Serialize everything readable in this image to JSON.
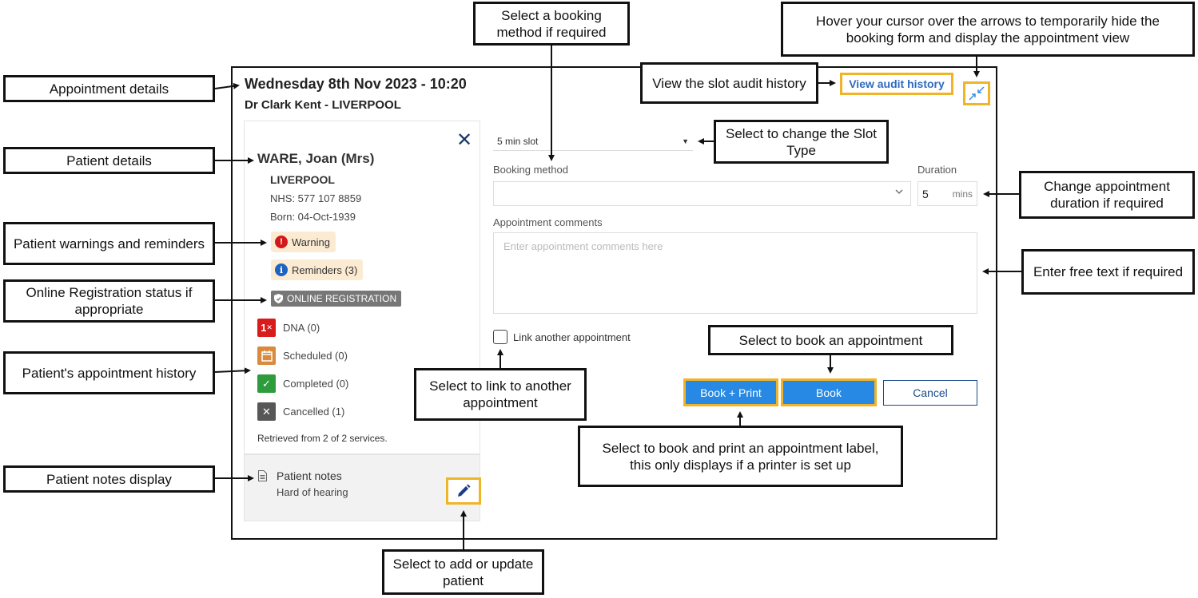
{
  "header": {
    "date_time": "Wednesday 8th Nov 2023 - 10:20",
    "clinician": "Dr Clark Kent - LIVERPOOL",
    "audit_link": "View audit history"
  },
  "patient": {
    "name": "WARE, Joan (Mrs)",
    "town": "LIVERPOOL",
    "nhs": "NHS: 577 107 8859",
    "born": "Born: 04-Oct-1939",
    "warning_label": "Warning",
    "reminders_label": "Reminders (3)",
    "online_registration": "ONLINE REGISTRATION",
    "history": {
      "dna": "DNA (0)",
      "scheduled": "Scheduled (0)",
      "completed": "Completed (0)",
      "cancelled": "Cancelled (1)"
    },
    "retrieved": "Retrieved from 2 of 2 services.",
    "notes_title": "Patient notes",
    "notes_text": "Hard of hearing"
  },
  "form": {
    "slot_type": "5 min slot",
    "booking_method_label": "Booking method",
    "duration_label": "Duration",
    "duration_value": "5",
    "duration_unit": "mins",
    "comments_label": "Appointment comments",
    "comments_placeholder": "Enter appointment comments here",
    "link_label": "Link another appointment",
    "book_print_label": "Book + Print",
    "book_label": "Book",
    "cancel_label": "Cancel"
  },
  "callouts": {
    "appointment_details": "Appointment details",
    "patient_details": "Patient details",
    "warnings_reminders": "Patient warnings and reminders",
    "online_registration": "Online Registration status if appropriate",
    "appointment_history": "Patient's appointment history",
    "patient_notes": "Patient notes display",
    "add_update_patient": "Select to add or update patient",
    "link_appointment": "Select to link to another appointment",
    "book_print": "Select to book and print an appointment label, this only displays if a printer is set up",
    "book": "Select to book an appointment",
    "booking_method": "Select a booking method if required",
    "slot_type": "Select to change the Slot Type",
    "audit_history": "View the slot audit history",
    "hover_arrows": "Hover your cursor over the arrows to temporarily hide the booking form and display the appointment view",
    "duration": "Change appointment duration if required",
    "free_text": "Enter free text if required"
  },
  "icons": {
    "warning": "exclamation-icon",
    "reminders": "info-icon",
    "online": "shield-icon",
    "dna": "dna-icon",
    "scheduled": "calendar-icon",
    "completed": "check-icon",
    "cancelled": "cross-icon",
    "notes": "document-icon",
    "edit": "pencil-icon",
    "close": "close-icon",
    "collapse": "collapse-arrows-icon"
  },
  "colors": {
    "primary_button": "#2789e3",
    "highlight": "#f0b429",
    "link": "#2d6ac0",
    "warning_red": "#d21a1a",
    "info_blue": "#1e62c2",
    "completed_green": "#2e9c3d",
    "scheduled_orange": "#d98a3c",
    "badge_bg": "#fcebd3"
  }
}
